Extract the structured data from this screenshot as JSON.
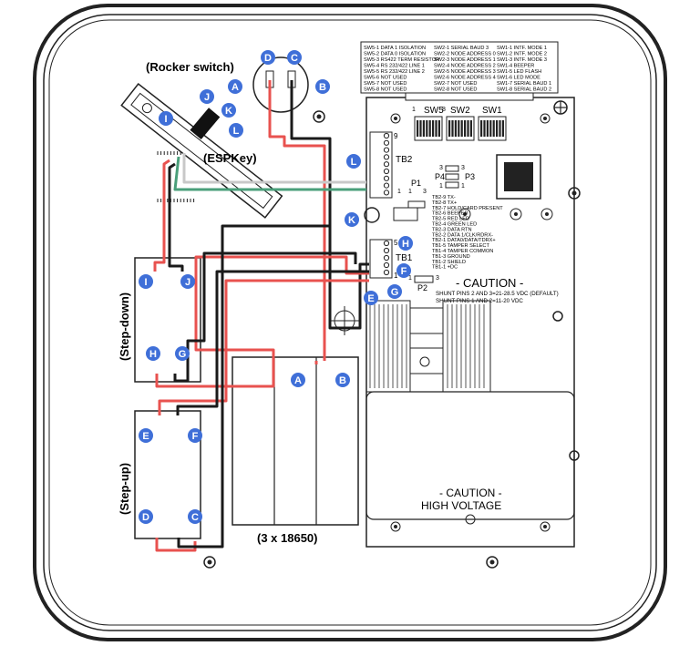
{
  "labels": {
    "rocker_switch": "(Rocker switch)",
    "espkey": "(ESPKey)",
    "step_down": "(Step-down)",
    "step_up": "(Step-up)",
    "batteries": "(3 x 18650)",
    "caution_top": "- CAUTION -",
    "shunt_1": "SHUNT PINS 2 AND 3=21-28.5 VDC (DEFAULT)",
    "shunt_2": "SHUNT PINS 1 AND 2=11-20 VDC",
    "caution_bottom_1": "- CAUTION -",
    "caution_bottom_2": "HIGH VOLTAGE",
    "tb2": "TB2",
    "tb1": "TB1",
    "p1": "P1",
    "p2": "P2",
    "p3": "P3",
    "p4": "P4",
    "sw5": "SW5",
    "sw2": "SW2",
    "sw1": "SW1",
    "pin_1": "1",
    "pin_3": "3",
    "pin_5": "5",
    "pin_9": "9",
    "pin_8": "8"
  },
  "switch_table": {
    "col1": [
      "SW5-1 DATA 1 ISOLATION",
      "SW5-2 DATA 0 ISOLATION",
      "SW5-3 RS422 TERM RESISTOR",
      "SW5-4 RS 232/422 LINE 1",
      "SW5-5 RS 232/422 LINE 2",
      "SW5-6 NOT USED",
      "SW5-7 NOT USED",
      "SW5-8 NOT USED"
    ],
    "col2": [
      "SW2-1 SERIAL BAUD 3",
      "SW2-2 NODE ADDRESS 0",
      "SW2-3 NODE ADDRESS 1",
      "SW2-4 NODE ADDRESS 2",
      "SW2-5 NODE ADDRESS 3",
      "SW2-6 NODE ADDRESS 4",
      "SW2-7 NOT USED",
      "SW2-8 NOT USED"
    ],
    "col3": [
      "SW1-1 INTF. MODE 1",
      "SW1-2 INTF. MODE 2",
      "SW1-3 INTF. MODE 3",
      "SW1-4 BEEPER",
      "SW1-5 LED FLASH",
      "SW1-6 LED MODE",
      "SW1-7 SERIAL BAUD 1",
      "SW1-8 SERIAL BAUD 2"
    ]
  },
  "terminal_list": [
    "TB2-9  TX-",
    "TB2-8  TX+",
    "TB2-7  HOLD/CARD PRESENT",
    "TB2-6  BEEPER",
    "TB2-5  RED LED",
    "TB2-4  GREEN LED",
    "TB2-3  DATA RTN",
    "TB2-2  DATA 1/CLK/RDRX-",
    "TB2-1  DATA0/DATA/TDRX+",
    "TB1-5  TAMPER SELECT",
    "TB1-4  TAMPER COMMON",
    "TB1-3  GROUND",
    "TB1-2  SHIELD",
    "TB1-1  +DC"
  ],
  "badges": {
    "A": "A",
    "B": "B",
    "C": "C",
    "D": "D",
    "E": "E",
    "F": "F",
    "G": "G",
    "H": "H",
    "I": "I",
    "J": "J",
    "K": "K",
    "L": "L"
  },
  "colors": {
    "red_wire": "#e8524f",
    "black_wire": "#1a1a1a",
    "green_wire": "#4a9f7a",
    "white_wire": "#c8c8c8",
    "badge": "#3f6fd8",
    "outline": "#222222"
  }
}
